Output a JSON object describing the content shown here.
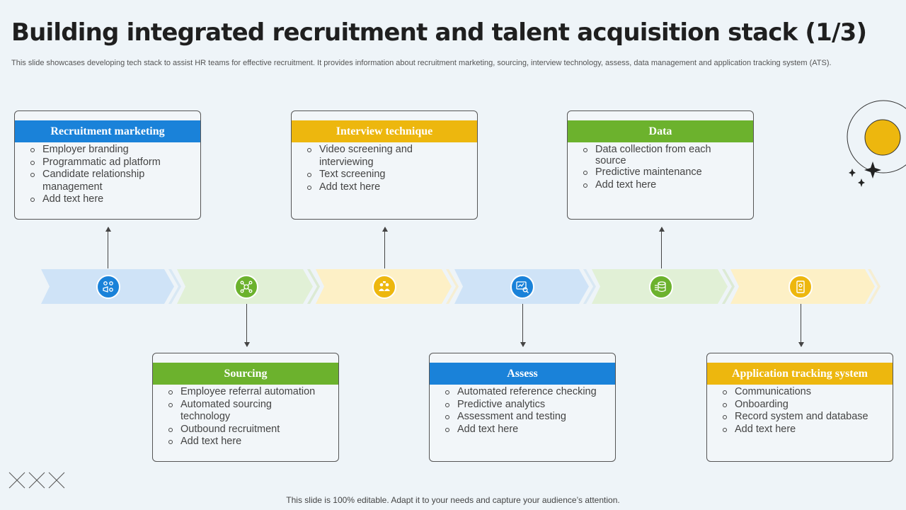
{
  "title": "Building integrated recruitment and talent acquisition stack (1/3)",
  "subtitle": "This slide showcases developing tech stack to assist HR teams for effective recruitment. It provides information about recruitment marketing, sourcing, interview technology, assess, data management and application tracking system (ATS).",
  "footer": "This slide is 100% editable. Adapt it to your needs and capture your audience’s attention.",
  "colors": {
    "blue": "#1a82d9",
    "green": "#6cb22d",
    "yellow": "#edb70e"
  },
  "stages": [
    {
      "heading": "Recruitment marketing",
      "color": "blue",
      "icon": "megaphone-people-icon",
      "items": [
        "Employer branding",
        "Programmatic ad platform",
        "Candidate relationship management",
        "Add text here"
      ]
    },
    {
      "heading": "Sourcing",
      "color": "green",
      "icon": "network-people-icon",
      "items": [
        "Employee referral automation",
        "Automated sourcing technology",
        "Outbound recruitment",
        "Add text here"
      ]
    },
    {
      "heading": "Interview technique",
      "color": "yellow",
      "icon": "interview-icon",
      "items": [
        "Video screening and interviewing",
        "Text screening",
        "Add text here"
      ]
    },
    {
      "heading": "Assess",
      "color": "blue",
      "icon": "assessment-chart-icon",
      "items": [
        "Automated reference checking",
        "Predictive analytics",
        "Assessment and testing",
        "Add text here"
      ]
    },
    {
      "heading": "Data",
      "color": "green",
      "icon": "database-icon",
      "items": [
        "Data collection from each source",
        "Predictive maintenance",
        "Add text here"
      ]
    },
    {
      "heading": "Application tracking system",
      "color": "yellow",
      "icon": "id-card-icon",
      "items": [
        "Communications",
        "Onboarding",
        "Record system and database",
        "Add text here"
      ]
    }
  ]
}
